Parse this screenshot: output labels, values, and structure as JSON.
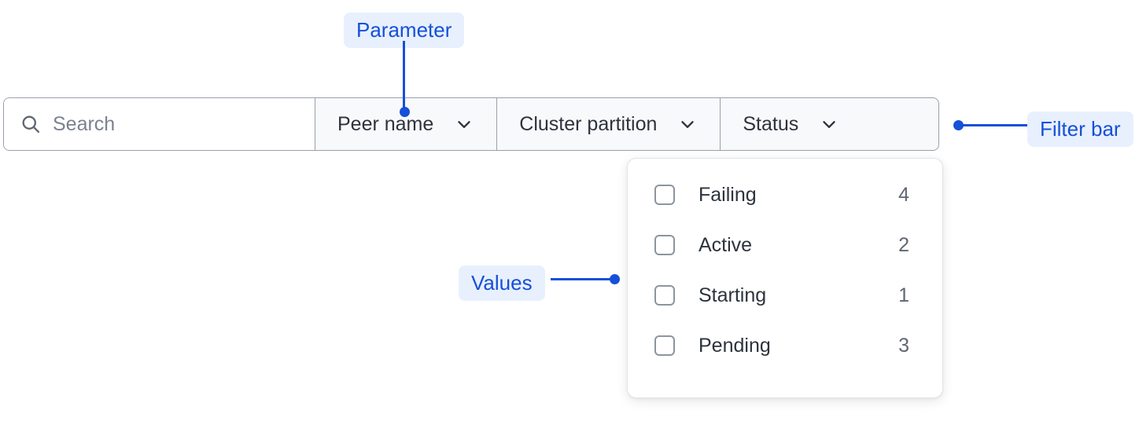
{
  "filter_bar": {
    "search": {
      "icon": "search-icon",
      "placeholder": "Search",
      "value": ""
    },
    "buttons": [
      {
        "label": "Peer name",
        "icon": "chevron-down-icon"
      },
      {
        "label": "Cluster partition",
        "icon": "chevron-down-icon"
      },
      {
        "label": "Status",
        "icon": "chevron-down-icon"
      }
    ]
  },
  "dropdown": {
    "options": [
      {
        "label": "Failing",
        "count": "4",
        "checked": false
      },
      {
        "label": "Active",
        "count": "2",
        "checked": false
      },
      {
        "label": "Starting",
        "count": "1",
        "checked": false
      },
      {
        "label": "Pending",
        "count": "3",
        "checked": false
      }
    ]
  },
  "annotations": {
    "parameter": {
      "label": "Parameter"
    },
    "filter_bar": {
      "label": "Filter bar"
    },
    "values": {
      "label": "Values"
    }
  },
  "colors": {
    "annotation_text": "#1550d8",
    "annotation_pill_bg": "#e8f0fe",
    "bar_border": "#9aa0ad",
    "bar_bg": "#f8f9fa",
    "search_bg": "#ffffff",
    "text_primary": "#2d333d",
    "text_muted": "#5f6672",
    "placeholder": "#7b828f",
    "panel_border": "#e2e5ea"
  }
}
